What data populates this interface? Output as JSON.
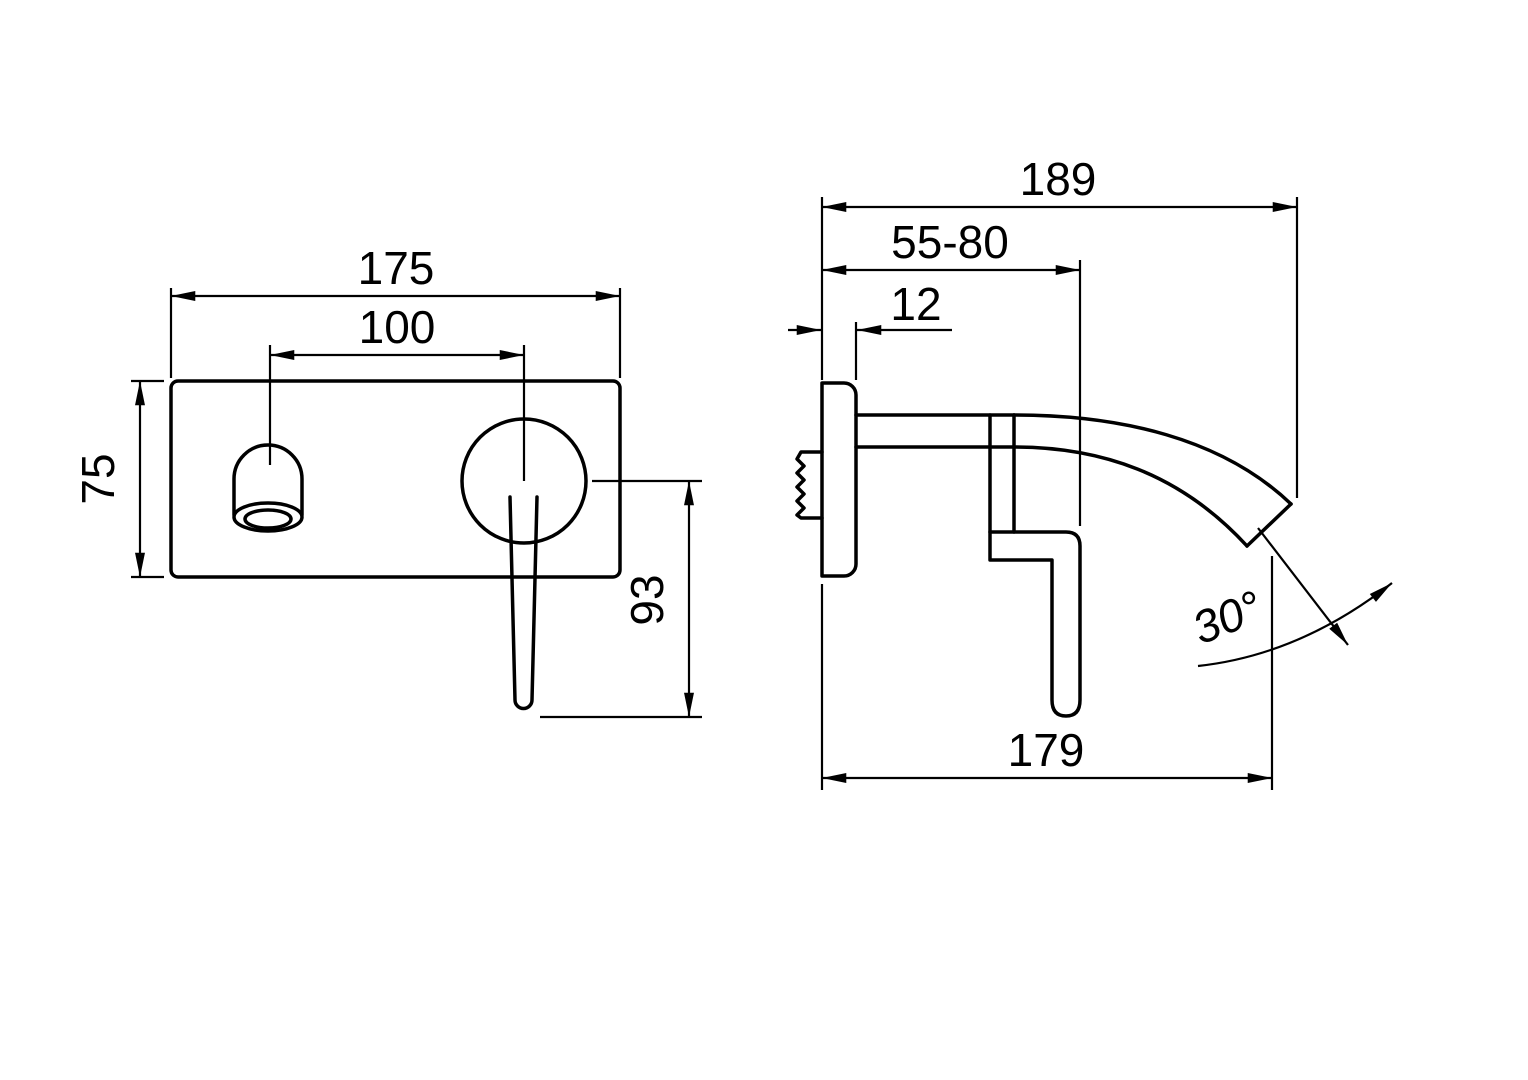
{
  "meta": {
    "title": "Wall-mounted basin mixer — dimension drawing",
    "background_color": "#ffffff",
    "line_color": "#000000"
  },
  "front_view": {
    "dim_plate_width": "175",
    "dim_spout_to_handle": "100",
    "dim_plate_height": "75",
    "dim_lever_length": "93"
  },
  "side_view": {
    "dim_total_depth": "189",
    "dim_wall_adjust_range": "55-80",
    "dim_plate_thickness": "12",
    "dim_spout_reach": "179",
    "dim_outlet_angle": "30°"
  }
}
